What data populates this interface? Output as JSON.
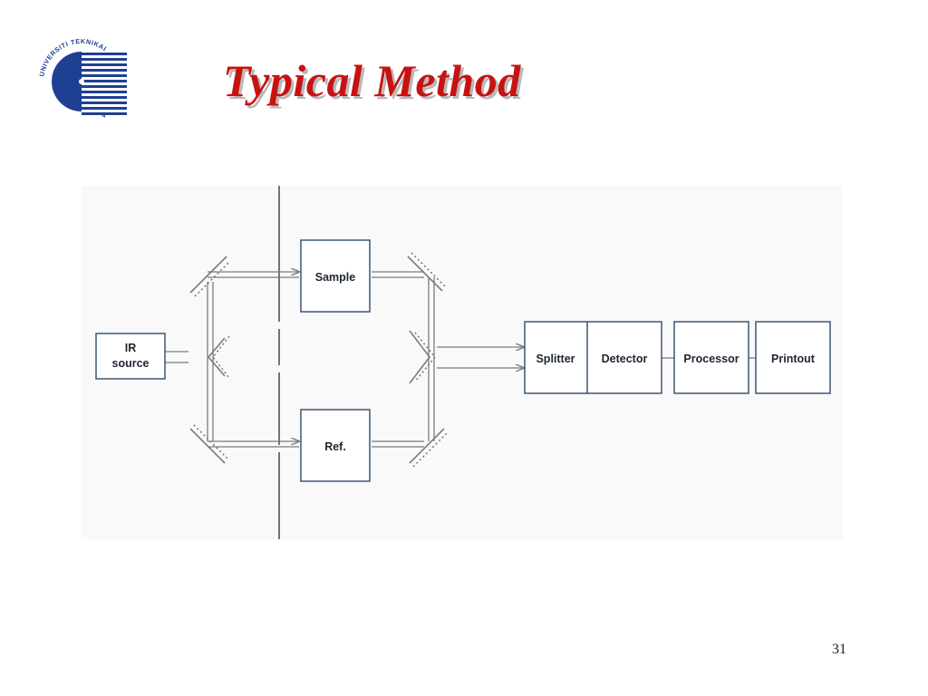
{
  "slide": {
    "title": "Typical Method",
    "page_number": "31"
  },
  "logo": {
    "ring_text": "UNIVERSITI TEKNIKAL MALAYSIA MELAKA"
  },
  "diagram": {
    "ir_source": [
      "IR",
      "source"
    ],
    "sample": "Sample",
    "reference": "Ref.",
    "splitter": "Splitter",
    "detector": "Detector",
    "processor": "Processor",
    "printout": "Printout"
  },
  "colors": {
    "title": "#c81212",
    "title_shadow": "#b9b9b9",
    "logo_blue": "#1f3f93",
    "box_border": "#2f4a6d",
    "line": "#7c7c7c"
  }
}
